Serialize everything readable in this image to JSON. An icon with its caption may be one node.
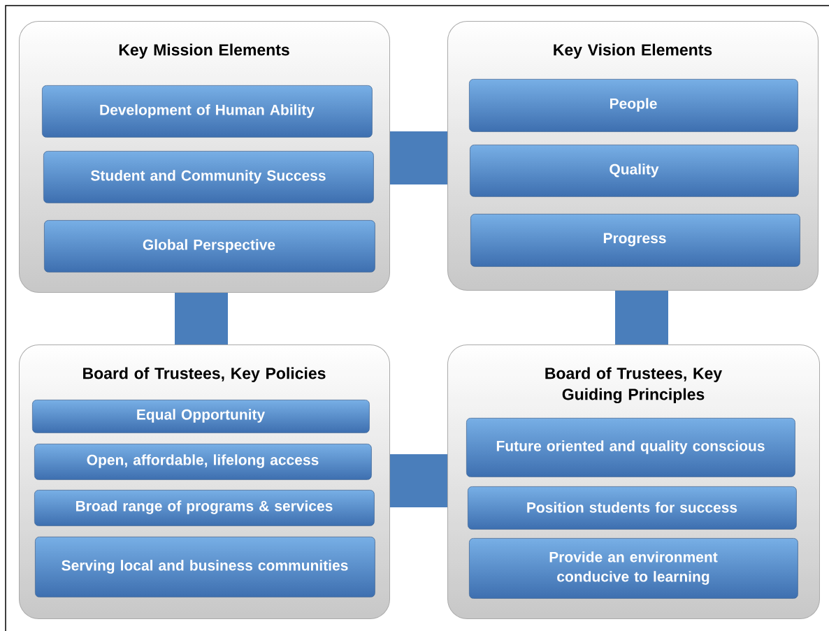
{
  "diagram": {
    "nodes": [
      {
        "text": [
          "Key Mission Elements"
        ]
      },
      {
        "text": [
          "Development of Human Ability"
        ],
        "in": 0
      },
      {
        "text": [
          "Student and Community Success"
        ],
        "in": 0
      },
      {
        "text": [
          "Global Perspective"
        ],
        "in": 0
      },
      {
        "text": [
          "Key Vision Elements"
        ]
      },
      {
        "text": [
          "People"
        ],
        "in": 4
      },
      {
        "text": [
          "Quality"
        ],
        "in": 4
      },
      {
        "text": [
          "Progress"
        ],
        "in": 4
      },
      {
        "text": [
          "Board of Trustees, Key Policies"
        ]
      },
      {
        "text": [
          "Equal Opportunity"
        ],
        "in": 8
      },
      {
        "text": [
          "Open, affordable, lifelong access"
        ],
        "in": 8
      },
      {
        "text": [
          "Broad range of programs & services"
        ],
        "in": 8
      },
      {
        "text": [
          "Serving local and business communities"
        ],
        "in": 8
      },
      {
        "text": [
          "Board of Trustees, Key Guiding Principles"
        ]
      },
      {
        "text": [
          "Future oriented and quality conscious"
        ],
        "in": 13
      },
      {
        "text": [
          "Position students for success"
        ],
        "in": 13
      },
      {
        "text": [
          "Provide an environment conducive to learning"
        ],
        "in": 13
      }
    ],
    "edges": [
      {
        "from": 0,
        "to": 4,
        "arrow": "none"
      },
      {
        "from": 0,
        "to": 8,
        "arrow": "none"
      },
      {
        "from": 4,
        "to": 13,
        "arrow": "none"
      },
      {
        "from": 8,
        "to": 13,
        "arrow": "none"
      }
    ]
  }
}
